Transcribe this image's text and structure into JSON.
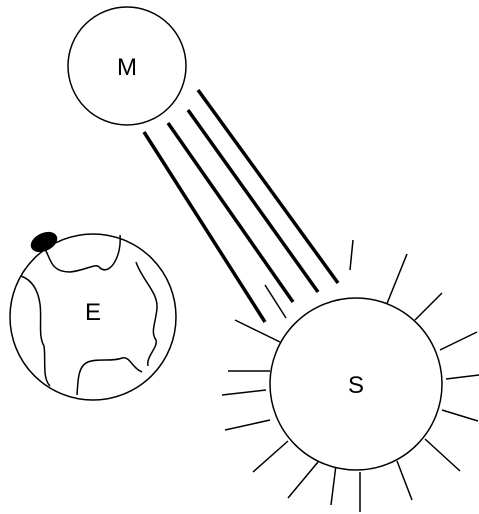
{
  "labels": {
    "moon": "M",
    "earth": "E",
    "sun": "S"
  },
  "colors": {
    "stroke": "#000000",
    "background": "#ffffff",
    "marker": "#000000"
  }
}
